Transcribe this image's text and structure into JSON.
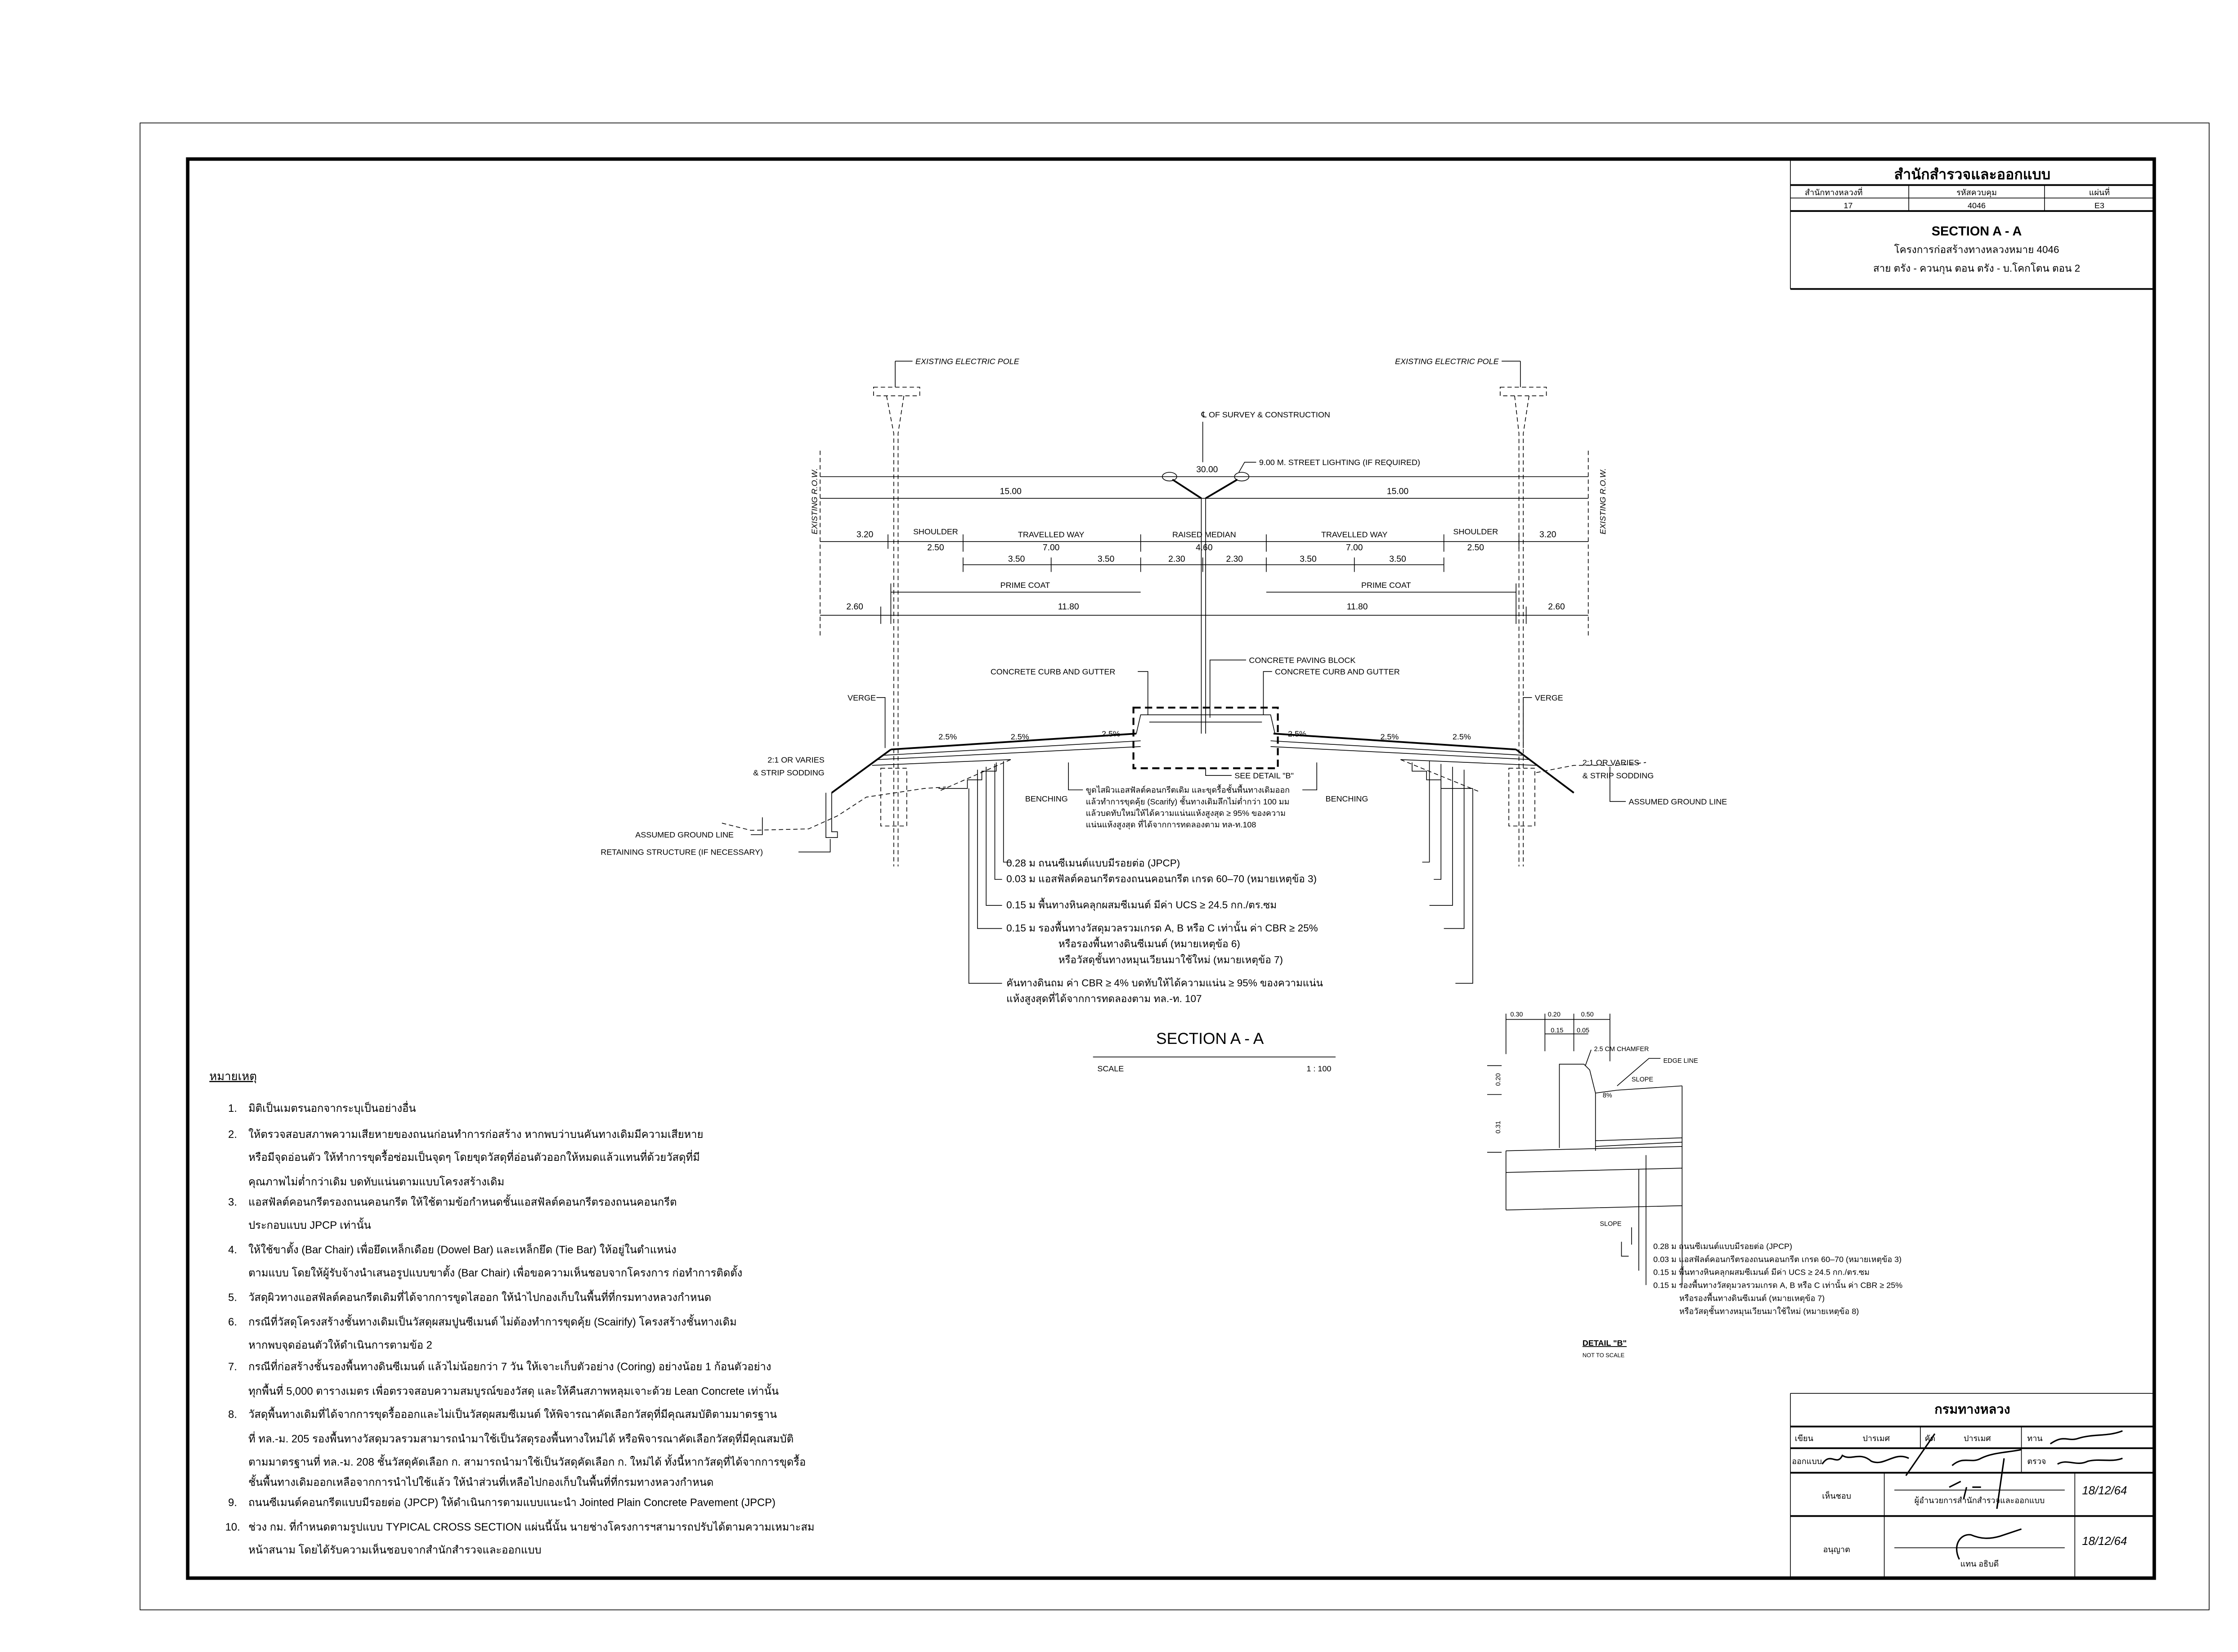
{
  "title_block": {
    "office": "สำนักสำรวจและออกแบบ",
    "headers": [
      "สำนักทางหลวงที่",
      "รหัสควบคุม",
      "แผ่นที่"
    ],
    "values": [
      "17",
      "4046",
      "E3"
    ],
    "title": "SECTION A - A",
    "project": "โครงการก่อสร้างทางหลวงหมาย 4046",
    "route": "สาย ตรัง - ควนกุน ตอน ตรัง - บ.โคกโตน ตอน 2"
  },
  "section": {
    "electric_pole_left": "EXISTING ELECTRIC POLE",
    "electric_pole_right": "EXISTING ELECTRIC POLE",
    "centerline": "℄ OF SURVEY & CONSTRUCTION",
    "street_lighting": "9.00 M. STREET LIGHTING (IF REQUIRED)",
    "row_label": "EXISTING R.O.W.",
    "dims": {
      "total": "30.00",
      "half_left": "15.00",
      "half_right": "15.00",
      "verge_left": "3.20",
      "verge_right": "3.20",
      "shoulder_label": "SHOULDER",
      "shoulder": "2.50",
      "travelled_way_label": "TRAVELLED WAY",
      "travelled_way": "7.00",
      "median_label": "RAISED MEDIAN",
      "median": "4.60",
      "lane": "3.50",
      "half_median": "2.30",
      "prime_coat": "PRIME COAT",
      "offset": "2.60",
      "paved": "11.80"
    },
    "labels": {
      "curb_left": "CONCRETE CURB AND GUTTER",
      "curb_right": "CONCRETE CURB AND GUTTER",
      "paving_block": "CONCRETE PAVING BLOCK",
      "verge": "VERGE",
      "slope_pct": "2.5%",
      "side_slope": "2:1 OR VARIES",
      "sodding": "& STRIP SODDING",
      "benching": "BENCHING",
      "see_detail": "SEE DETAIL \"B\"",
      "ground_line": "ASSUMED GROUND LINE",
      "retaining": "RETAINING STRUCTURE (IF NECESSARY)"
    },
    "scarify_note": [
      "ขูดไสผิวแอสฟัลต์คอนกรีตเดิม และขุดรื้อชั้นพื้นทางเดิมออก",
      "แล้วทำการขุดคุ้ย (Scarify) ชั้นทางเดิมลึกไม่ต่ำกว่า 100 มม",
      "แล้วบดทับใหม่ให้ได้ความแน่นแห้งสูงสุด ≥ 95% ของความ",
      "แน่นแห้งสูงสุด ที่ได้จากการทดลองตาม ทล-ท.108"
    ],
    "layers": [
      "0.28  ม  ถนนซีเมนต์แบบมีรอยต่อ (JPCP)",
      "0.03  ม  แอสฟัลต์คอนกรีตรองถนนคอนกรีต เกรด 60–70 (หมายเหตุข้อ 3)",
      "0.15  ม  พื้นทางหินคลุกผสมซีเมนต์ มีค่า UCS ≥ 24.5 กก./ตร.ซม",
      "0.15  ม  รองพื้นทางวัสดุมวลรวมเกรด A, B หรือ C เท่านั้น ค่า CBR ≥ 25%",
      "หรือรองพื้นทางดินซีเมนต์ (หมายเหตุข้อ 6)",
      "หรือวัสดุชั้นทางหมุนเวียนมาใช้ใหม่ (หมายเหตุข้อ 7)",
      "คันทางดินถม ค่า CBR ≥ 4% บดทับให้ได้ความแน่น ≥ 95% ของความแน่น",
      "แห้งสูงสุดที่ได้จากการทดลองตาม ทล.-ท. 107"
    ],
    "title": "SECTION A - A",
    "scale_label": "SCALE",
    "scale": "1 : 100"
  },
  "detail_b": {
    "dims": [
      "0.30",
      "0.20",
      "0.50",
      "0.15",
      "0.05",
      "0.20",
      "0.31"
    ],
    "chamfer": "2.5 CM CHAMFER",
    "edge_line": "EDGE LINE",
    "slope": "SLOPE",
    "gutter_slope": "8%",
    "layers": [
      "0.28 ม ถนนซีเมนต์แบบมีรอยต่อ (JPCP)",
      "0.03 ม แอสฟัลต์คอนกรีตรองถนนคอนกรีต เกรด 60–70 (หมายเหตุข้อ 3)",
      "0.15 ม พื้นทางหินคลุกผสมซีเมนต์ มีค่า UCS ≥ 24.5 กก./ตร.ซม",
      "0.15 ม รองพื้นทางวัสดุมวลรวมเกรด A, B หรือ C เท่านั้น ค่า CBR ≥ 25%",
      "หรือรองพื้นทางดินซีเมนต์ (หมายเหตุข้อ 7)",
      "หรือวัสดุชั้นทางหมุนเวียนมาใช้ใหม่ (หมายเหตุข้อ 8)"
    ],
    "title": "DETAIL \"B\"",
    "subtitle": "NOT TO SCALE"
  },
  "notes": {
    "heading": "หมายเหตุ",
    "items": [
      [
        "1.",
        "มิติเป็นเมตรนอกจากระบุเป็นอย่างอื่น"
      ],
      [
        "2.",
        "ให้ตรวจสอบสภาพความเสียหายของถนนก่อนทำการก่อสร้าง หากพบว่าบนคันทางเดิมมีความเสียหาย",
        "หรือมีจุดอ่อนตัว ให้ทำการขุดรื้อซ่อมเป็นจุดๆ โดยขุดวัสดุที่อ่อนตัวออกให้หมดแล้วแทนที่ด้วยวัสดุที่มี",
        "คุณภาพไม่ต่ำกว่าเดิม บดทับแน่นตามแบบโครงสร้างเดิม"
      ],
      [
        "3.",
        "แอสฟัลต์คอนกรีตรองถนนคอนกรีต ให้ใช้ตามข้อกำหนดชั้นแอสฟัลต์คอนกรีตรองถนนคอนกรีต",
        "ประกอบแบบ JPCP เท่านั้น"
      ],
      [
        "4.",
        "ให้ใช้ขาตั้ง (Bar Chair) เพื่อยึดเหล็กเดือย (Dowel Bar) และเหล็กยึด (Tie Bar) ให้อยู่ในตำแหน่ง",
        "ตามแบบ โดยให้ผู้รับจ้างนำเสนอรูปแบบขาตั้ง (Bar Chair) เพื่อขอความเห็นชอบจากโครงการ ก่อทำการติดตั้ง"
      ],
      [
        "5.",
        "วัสดุผิวทางแอสฟัลต์คอนกรีตเดิมที่ได้จากการขูดไสออก ให้นำไปกองเก็บในพื้นที่ที่กรมทางหลวงกำหนด"
      ],
      [
        "6.",
        "กรณีที่วัสดุโครงสร้างชั้นทางเดิมเป็นวัสดุผสมปูนซีเมนต์ ไม่ต้องทำการขุดคุ้ย (Scairify) โครงสร้างชั้นทางเดิม",
        "หากพบจุดอ่อนตัวให้ดำเนินการตามข้อ 2"
      ],
      [
        "7.",
        "กรณีที่ก่อสร้างชั้นรองพื้นทางดินซีเมนต์ แล้วไม่น้อยกว่า 7 วัน ให้เจาะเก็บตัวอย่าง (Coring) อย่างน้อย 1 ก้อนตัวอย่าง",
        "ทุกพื้นที่ 5,000 ตารางเมตร เพื่อตรวจสอบความสมบูรณ์ของวัสดุ และให้คืนสภาพหลุมเจาะด้วย Lean Concrete เท่านั้น"
      ],
      [
        "8.",
        "วัสดุพื้นทางเดิมที่ได้จากการขุดรื้อออกและไม่เป็นวัสดุผสมซีเมนต์ ให้พิจารณาคัดเลือกวัสดุที่มีคุณสมบัติตามมาตรฐาน",
        "ที่ ทล.-ม. 205 รองพื้นทางวัสดุมวลรวมสามารถนำมาใช้เป็นวัสดุรองพื้นทางใหม่ได้ หรือพิจารณาคัดเลือกวัสดุที่มีคุณสมบัติ",
        "ตามมาตรฐานที่ ทล.-ม. 208 ชั้นวัสดุคัดเลือก ก. สามารถนำมาใช้เป็นวัสดุคัดเลือก ก. ใหม่ได้ ทั้งนี้หากวัสดุที่ได้จากการขุดรื้อ",
        "ชั้นพื้นทางเดิมออกเหลือจากการนำไปใช้แล้ว ให้นำส่วนที่เหลือไปกองเก็บในพื้นที่ที่กรมทางหลวงกำหนด"
      ],
      [
        "9.",
        "ถนนซีเมนต์คอนกรีตแบบมีรอยต่อ (JPCP) ให้ดำเนินการตามแบบแนะนำ Jointed Plain Concrete Pavement (JPCP)"
      ],
      [
        "10.",
        "ช่วง กม. ที่กำหนดตามรูปแบบ TYPICAL CROSS SECTION แผ่นนี้นั้น นายช่างโครงการฯสามารถปรับได้ตามความเหมาะสม",
        "หน้าสนาม โดยได้รับความเห็นชอบจากสำนักสำรวจและออกแบบ"
      ]
    ]
  },
  "approval": {
    "department": "กรมทางหลวง",
    "drawn_label": "เขียน",
    "drawn_by": "ปารเมศ",
    "traced_label": "คัด",
    "traced_by": "ปารเมศ",
    "reviewed_label": "ทาน",
    "designed_label": "ออกแบบ",
    "checked_label": "ตรวจ",
    "approved_label": "เห็นชอบ",
    "approver_title": "ผู้อำนวยการสำนักสำรวจและออกแบบ",
    "approved_date": "18/12/64",
    "authorized_label": "อนุญาต",
    "authorizer_title": "แทน อธิบดี",
    "authorized_date": "18/12/64"
  }
}
